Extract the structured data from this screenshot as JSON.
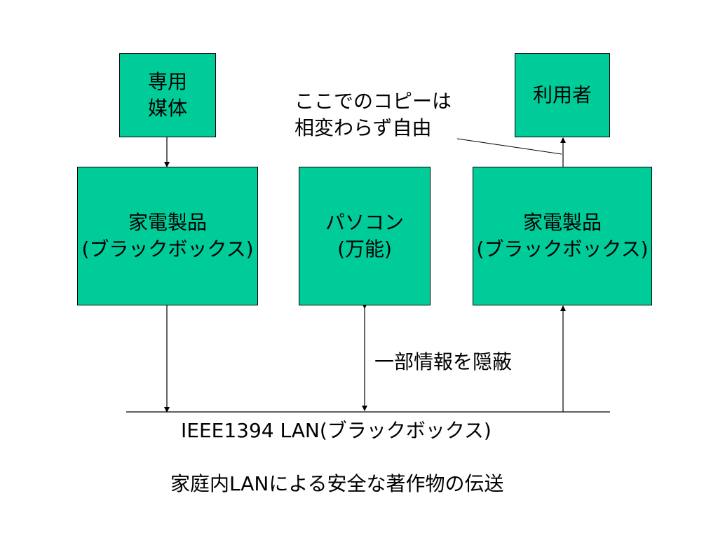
{
  "boxes": {
    "media": {
      "lines": [
        "専用",
        "媒体"
      ]
    },
    "user": {
      "lines": [
        "利用者"
      ]
    },
    "appliance_left": {
      "lines": [
        "家電製品",
        "(ブラックボックス)"
      ]
    },
    "pc": {
      "lines": [
        "パソコン",
        "(万能)"
      ]
    },
    "appliance_right": {
      "lines": [
        "家電製品",
        "(ブラックボックス)"
      ]
    }
  },
  "annotations": {
    "copy_note": [
      "ここでのコピーは",
      "相変わらず自由"
    ],
    "hide_note": "一部情報を隠蔽"
  },
  "bus_label": "IEEE1394 LAN(ブラックボックス)",
  "caption": "家庭内LANによる安全な著作物の伝送",
  "colors": {
    "box_fill": "#00cc99",
    "line": "#000000",
    "background": "#ffffff"
  }
}
